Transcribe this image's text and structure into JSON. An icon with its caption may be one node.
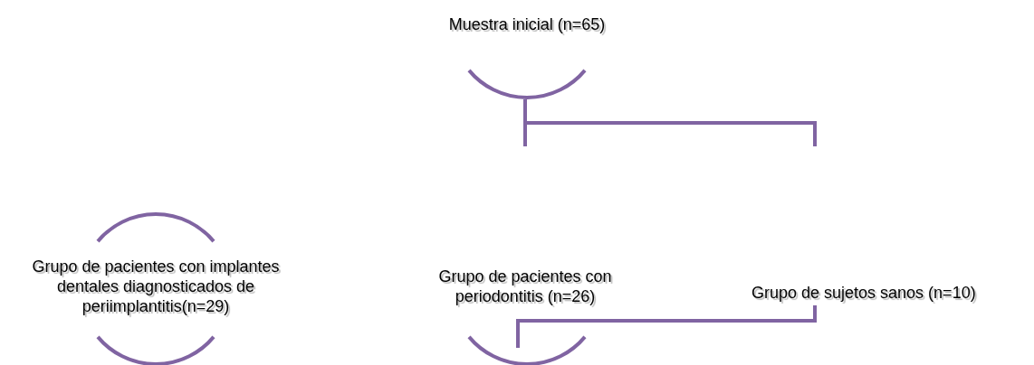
{
  "diagram": {
    "nodes": [
      {
        "text": [
          "Muestra inicial (n=65)"
        ]
      },
      {
        "text": [
          "Grupo de pacientes con implantes dentales diagnosticados de periimplantitis(n=29)"
        ]
      },
      {
        "text": [
          "Grupo de pacientes con periodontitis (n=26)"
        ]
      },
      {
        "text": [
          "Grupo de sujetos sanos  (n=10)"
        ]
      }
    ],
    "edges": [
      {
        "from": 0,
        "to": null,
        "arrow": "none"
      },
      {
        "from": 0,
        "to": null,
        "arrow": "none"
      },
      {
        "from": 3,
        "to": 2,
        "arrow": "none"
      }
    ]
  }
}
